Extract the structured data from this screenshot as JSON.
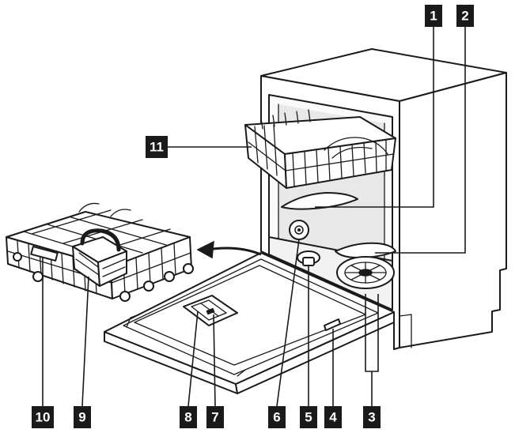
{
  "callouts": [
    {
      "id": "1",
      "label": "1"
    },
    {
      "id": "2",
      "label": "2"
    },
    {
      "id": "3",
      "label": "3"
    },
    {
      "id": "4",
      "label": "4"
    },
    {
      "id": "5",
      "label": "5"
    },
    {
      "id": "6",
      "label": "6"
    },
    {
      "id": "7",
      "label": "7"
    },
    {
      "id": "8",
      "label": "8"
    },
    {
      "id": "9",
      "label": "9"
    },
    {
      "id": "10",
      "label": "10"
    },
    {
      "id": "11",
      "label": "11"
    }
  ],
  "colors": {
    "ink": "#1a1a1a",
    "background": "#ffffff"
  }
}
